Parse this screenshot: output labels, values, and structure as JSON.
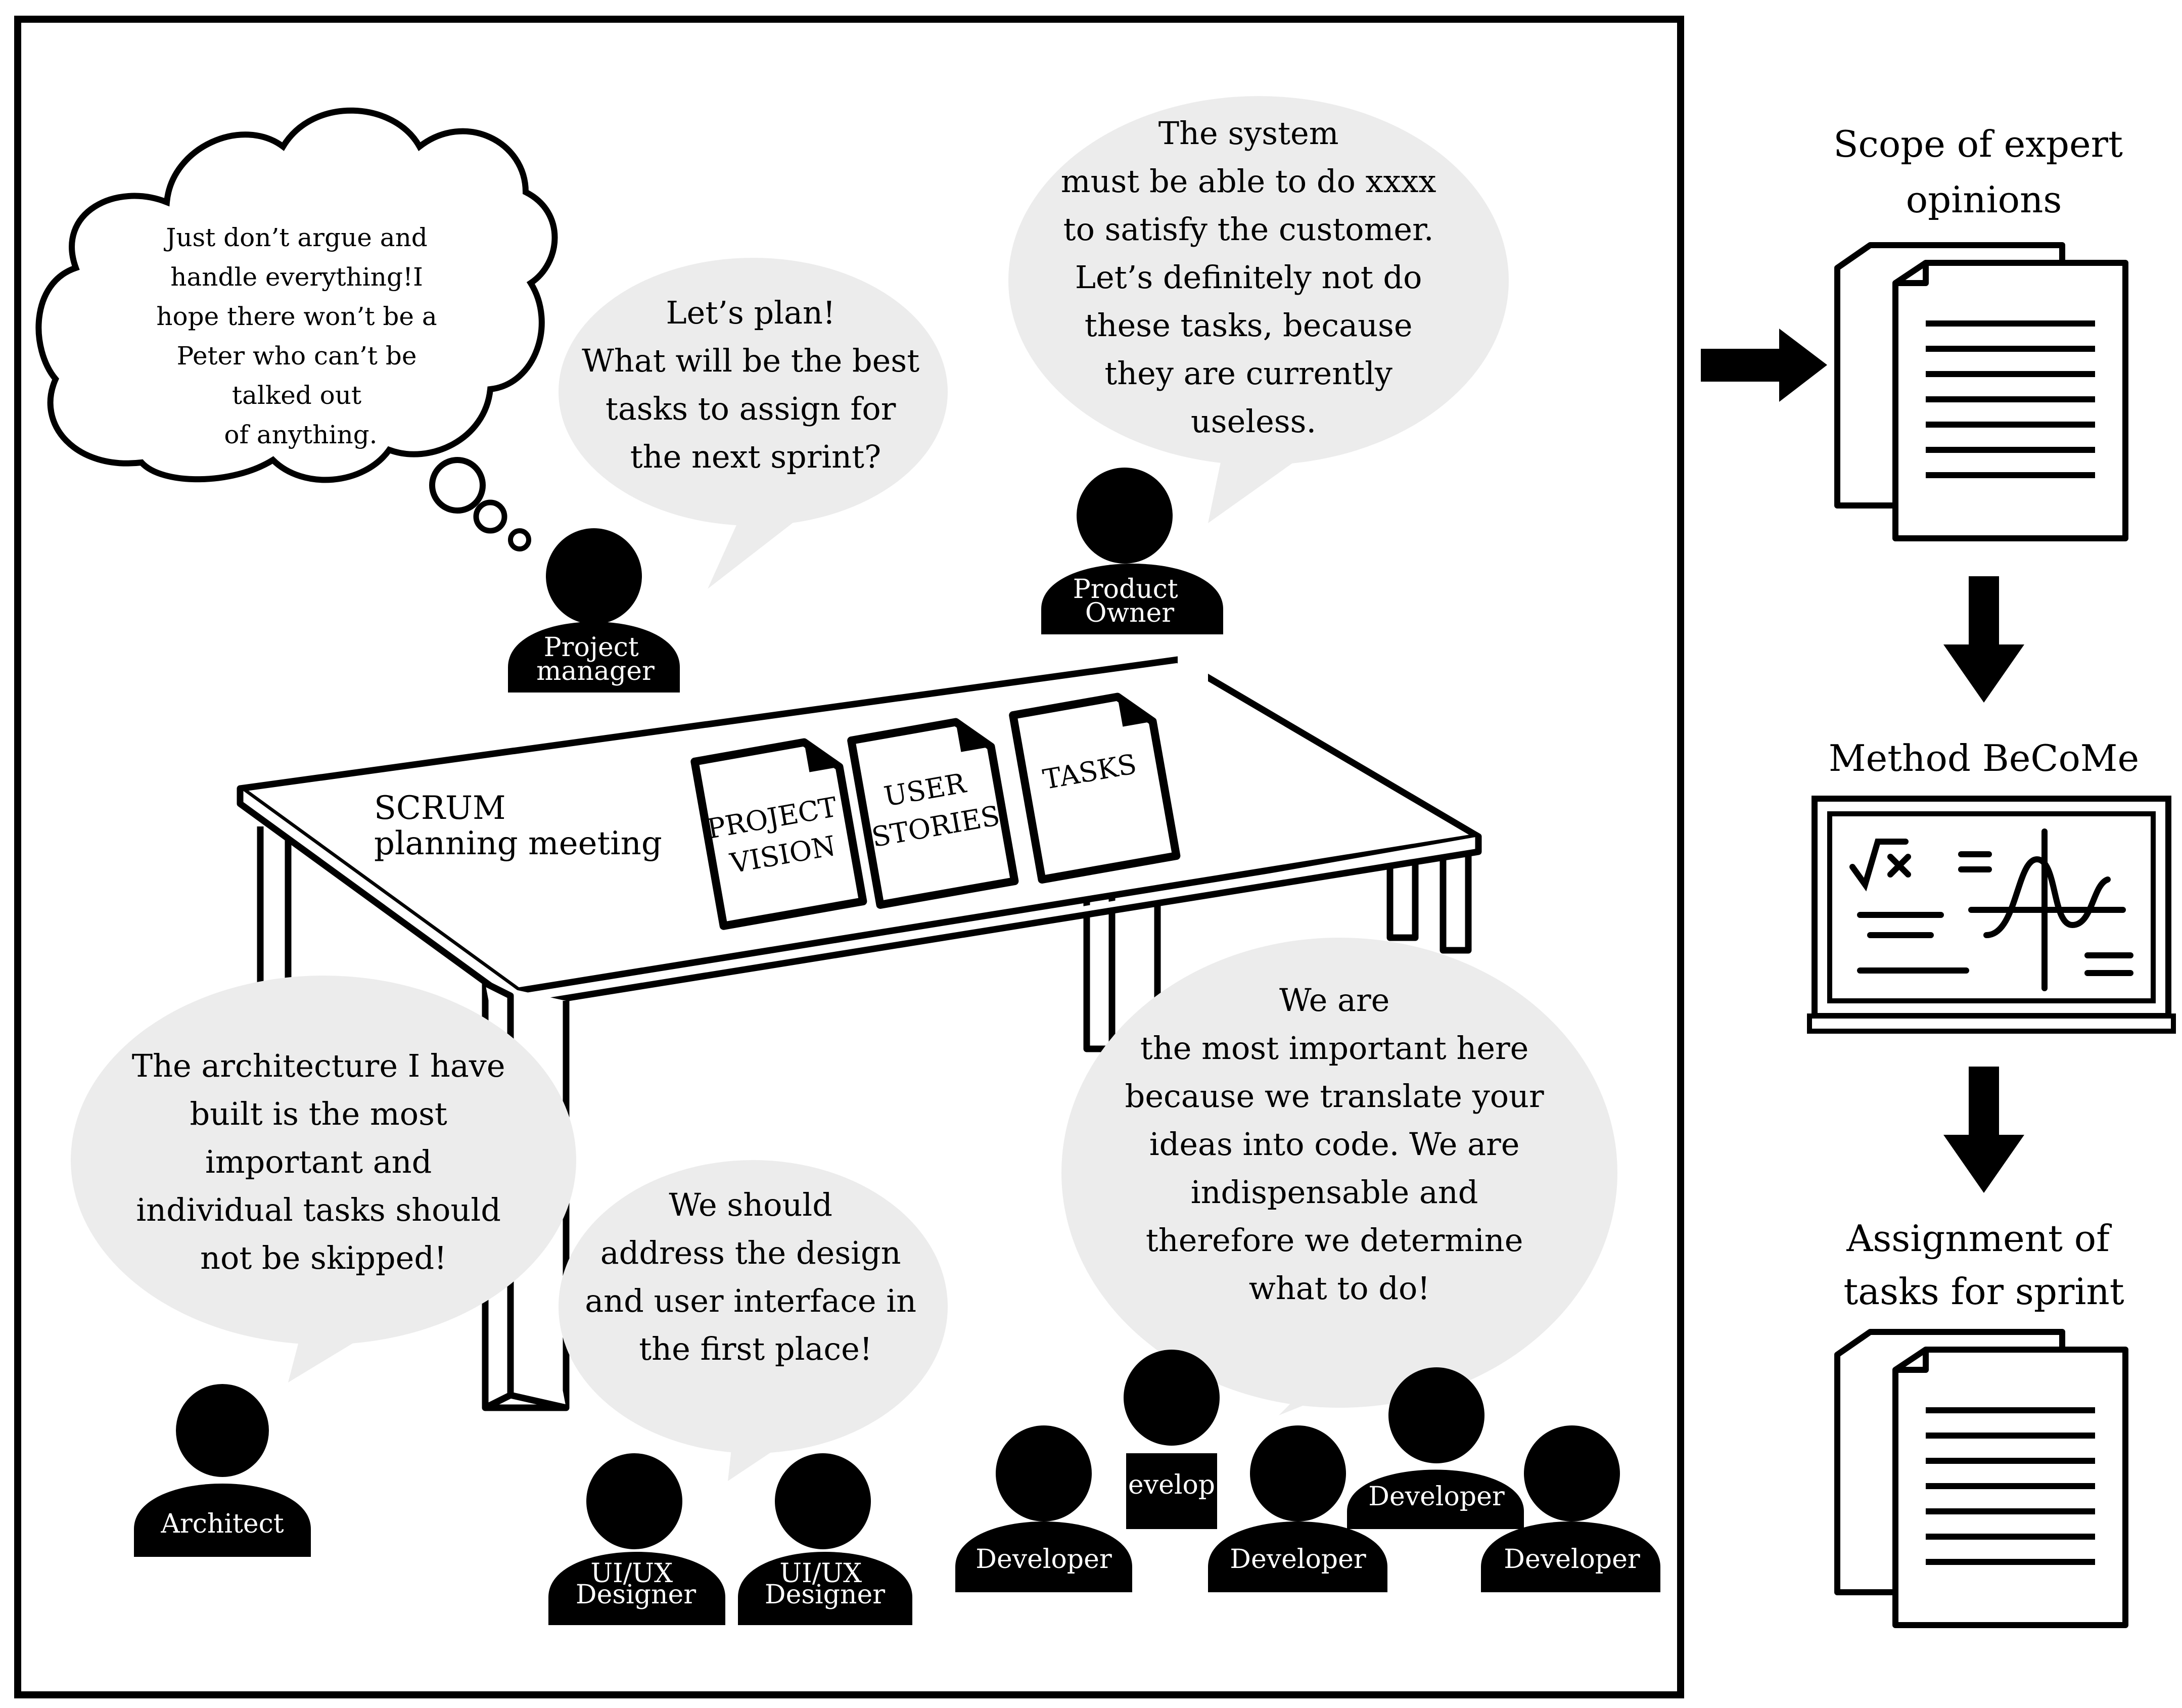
{
  "bubbles": {
    "pm_thought": [
      "Just don’t argue and",
      "handle everything!I",
      "hope there won’t be a",
      "Peter who can’t be",
      "talked out",
      "of anything."
    ],
    "pm_speech": [
      "Let’s plan!",
      "What will be the best",
      "tasks to assign for",
      "the next sprint?"
    ],
    "po_speech": [
      "The system",
      "must be able to do xxxx",
      "to satisfy the customer.",
      "Let’s definitely not do",
      "these tasks, because",
      "they are currently",
      "useless."
    ],
    "architect_speech": [
      "The architecture I have",
      "built is the most",
      "important and",
      "individual tasks should",
      "not be skipped!"
    ],
    "designer_speech": [
      "We should",
      "address the design",
      "and user interface in",
      "the first place!"
    ],
    "developer_speech": [
      "We are",
      "the most important here",
      "because we translate your",
      "ideas into code. We are",
      "indispensable and",
      "therefore we determine",
      "what to do!"
    ]
  },
  "roles": {
    "project_manager": [
      "Project",
      "manager"
    ],
    "product_owner": [
      "Product",
      "Owner"
    ],
    "architect": "Architect",
    "designer": [
      "UI/UX",
      "Designer"
    ],
    "developer": "Developer",
    "developer_partial": "evelop"
  },
  "table": {
    "label": [
      "SCRUM",
      "planning meeting"
    ],
    "docs": {
      "vision": [
        "PROJECT",
        "VISION"
      ],
      "stories": [
        "USER",
        "STORIES"
      ],
      "tasks": "TASKS"
    }
  },
  "flow": {
    "step1": [
      "Scope of expert",
      "opinions"
    ],
    "step2": "Method BeCoMe",
    "step3": [
      "Assignment of",
      "tasks for sprint"
    ]
  },
  "icons": {
    "arrow": "arrow-icon",
    "document": "document-icon",
    "blackboard": "blackboard-icon",
    "person": "person-icon"
  },
  "colors": {
    "bubble": "#ececec",
    "ink": "#000000",
    "paper": "#ffffff"
  }
}
